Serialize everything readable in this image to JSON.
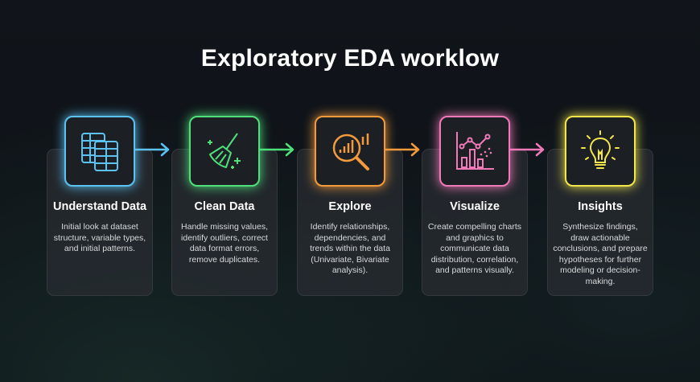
{
  "title": "Exploratory EDA worklow",
  "steps": [
    {
      "title": "Understand Data",
      "desc": "Initial look at dataset structure, variable types, and initial patterns.",
      "color": "#5cc2f2",
      "icon": "tables-icon"
    },
    {
      "title": "Clean Data",
      "desc": "Handle missing values, identify outliers, correct data format errors, remove duplicates.",
      "color": "#4fe07a",
      "icon": "broom-icon"
    },
    {
      "title": "Explore",
      "desc": "Identify relationships, dependencies, and trends within the data (Univariate, Bivariate analysis).",
      "color": "#f39a3c",
      "icon": "magnifier-chart-icon"
    },
    {
      "title": "Visualize",
      "desc": "Create compelling charts and graphics to communicate data distribution, correlation, and patterns visually.",
      "color": "#f07ab8",
      "icon": "chart-icon"
    },
    {
      "title": "Insights",
      "desc": "Synthesize findings, draw actionable conclusions, and prepare hypotheses for further modeling or decision-making.",
      "color": "#f2e64a",
      "icon": "lightbulb-icon"
    }
  ]
}
